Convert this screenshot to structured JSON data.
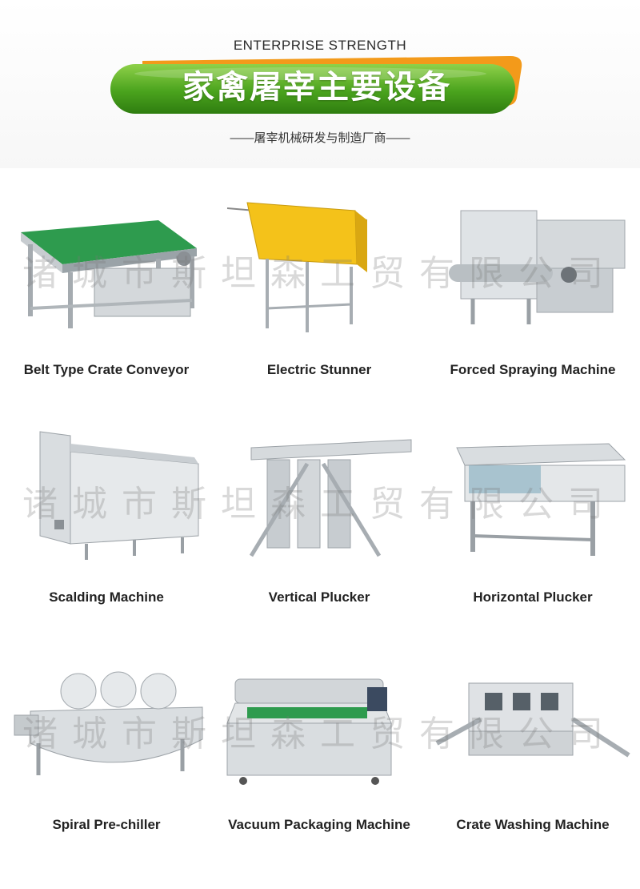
{
  "header": {
    "en_title": "ENTERPRISE STRENGTH",
    "banner_title": "家禽屠宰主要设备",
    "subtitle": "——屠宰机械研发与制造厂商——",
    "accent_green": "#4aa31d",
    "accent_orange": "#f39a1a"
  },
  "watermark": "诸城市斯坦森工贸有限公司",
  "products": [
    {
      "label": "Belt Type Crate Conveyor",
      "icon": "belt-conveyor-icon"
    },
    {
      "label": "Electric Stunner",
      "icon": "electric-stunner-icon"
    },
    {
      "label": "Forced Spraying Machine",
      "icon": "spraying-machine-icon"
    },
    {
      "label": "Scalding Machine",
      "icon": "scalding-machine-icon"
    },
    {
      "label": "Vertical Plucker",
      "icon": "vertical-plucker-icon"
    },
    {
      "label": "Horizontal Plucker",
      "icon": "horizontal-plucker-icon"
    },
    {
      "label": "Spiral Pre-chiller",
      "icon": "spiral-prechiller-icon"
    },
    {
      "label": "Vacuum Packaging Machine",
      "icon": "vacuum-packaging-icon"
    },
    {
      "label": "Crate Washing Machine",
      "icon": "crate-washing-icon"
    }
  ]
}
